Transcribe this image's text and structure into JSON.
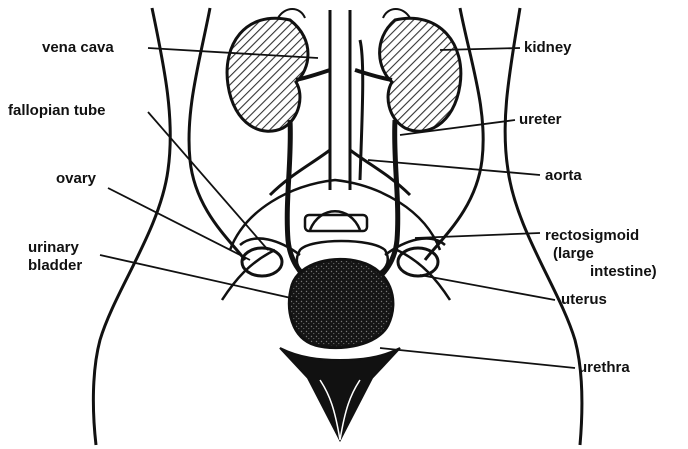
{
  "colors": {
    "ink": "#111111",
    "paper": "#ffffff",
    "hatch": "#333333"
  },
  "labels": {
    "vena_cava": "vena cava",
    "fallopian_tube": "fallopian tube",
    "ovary": "ovary",
    "urinary_bladder_line1": "urinary",
    "urinary_bladder_line2": "bladder",
    "kidney": "kidney",
    "ureter": "ureter",
    "aorta": "aorta",
    "rectosigmoid_line1": "rectosigmoid",
    "rectosigmoid_line2": "(large",
    "rectosigmoid_line3": "intestine)",
    "uterus": "uterus",
    "urethra": "urethra"
  }
}
